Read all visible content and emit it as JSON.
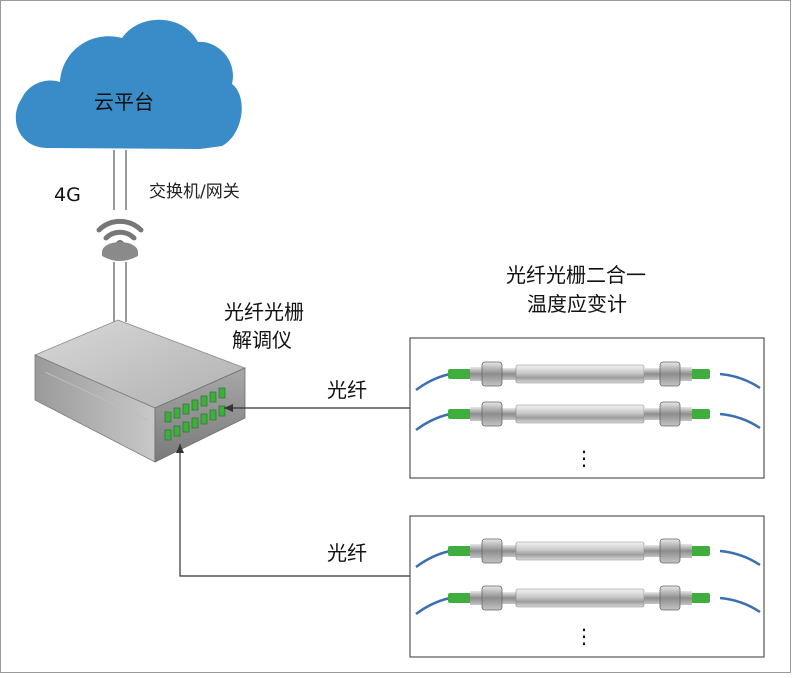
{
  "cloud": {
    "label": "云平台",
    "fill": "#3a8cc8"
  },
  "link": {
    "label_4g": "4G",
    "label_gateway": "交换机/网关"
  },
  "demodulator": {
    "title_line1": "光纤光栅",
    "title_line2": "解调仪"
  },
  "sensor_group_title": {
    "line1": "光纤光栅二合一",
    "line2": "温度应变计"
  },
  "fiber_top": {
    "label": "光纤"
  },
  "fiber_bottom": {
    "label": "光纤"
  },
  "sensor_box_top": {
    "ellipsis": "⋮"
  },
  "sensor_box_bottom": {
    "ellipsis": "⋮"
  },
  "colors": {
    "fiber_cable": "#3b6fb0",
    "connector_green": "#3fae3f",
    "line": "#333333",
    "frame": "#9a9a9a"
  }
}
